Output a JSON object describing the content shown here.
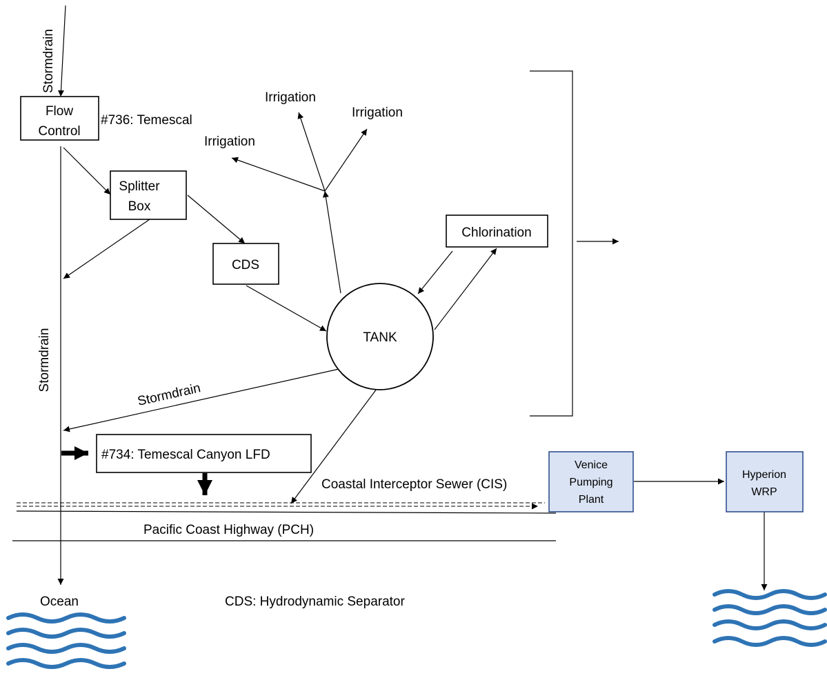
{
  "colors": {
    "water": "#2e74b5",
    "plant_fill": "#dae3f3",
    "plant_stroke": "#2f4f8f"
  },
  "labels": {
    "stormdrain_top": "Stormdrain",
    "flow_control_line1": "Flow",
    "flow_control_line2": "Control",
    "temescal_736": "#736: Temescal",
    "splitter_line1": "Splitter",
    "splitter_line2": "Box",
    "cds": "CDS",
    "irrigation_top": "Irrigation",
    "irrigation_right": "Irrigation",
    "irrigation_left": "Irrigation",
    "chlorination": "Chlorination",
    "tank": "TANK",
    "stormdrain_vertical": "Stormdrain",
    "stormdrain_diagonal": "Stormdrain",
    "temescal_734": "#734: Temescal Canyon LFD",
    "cis": "Coastal Interceptor Sewer (CIS)",
    "pch": "Pacific Coast Highway (PCH)",
    "venice_line1": "Venice",
    "venice_line2": "Pumping",
    "venice_line3": "Plant",
    "hyperion_line1": "Hyperion",
    "hyperion_line2": "WRP",
    "ocean": "Ocean",
    "cds_legend": "CDS: Hydrodynamic Separator"
  },
  "icons": [
    "ocean-waves-icon",
    "outfall-waves-icon"
  ]
}
